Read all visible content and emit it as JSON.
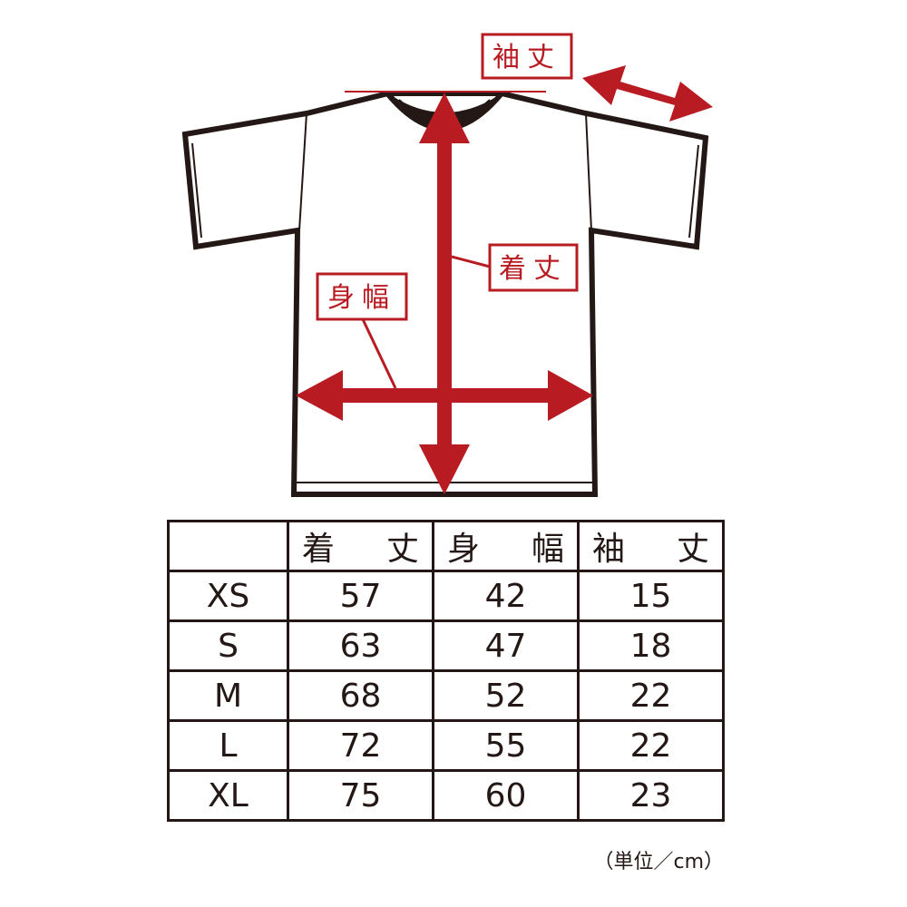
{
  "labels": {
    "sleeve_length": "袖丈",
    "body_length": "着丈",
    "body_width": "身幅"
  },
  "table": {
    "columns": [
      "",
      "着丈",
      "身幅",
      "袖丈"
    ],
    "rows": [
      {
        "size": "XS",
        "body_length": "57",
        "body_width": "42",
        "sleeve_length": "15"
      },
      {
        "size": "S",
        "body_length": "63",
        "body_width": "47",
        "sleeve_length": "18"
      },
      {
        "size": "M",
        "body_length": "68",
        "body_width": "52",
        "sleeve_length": "22"
      },
      {
        "size": "L",
        "body_length": "72",
        "body_width": "55",
        "sleeve_length": "22"
      },
      {
        "size": "XL",
        "body_length": "75",
        "body_width": "60",
        "sleeve_length": "23"
      }
    ],
    "unit_note": "（単位／cm）"
  },
  "colors": {
    "accent": "#b81c22",
    "line": "#231815"
  }
}
